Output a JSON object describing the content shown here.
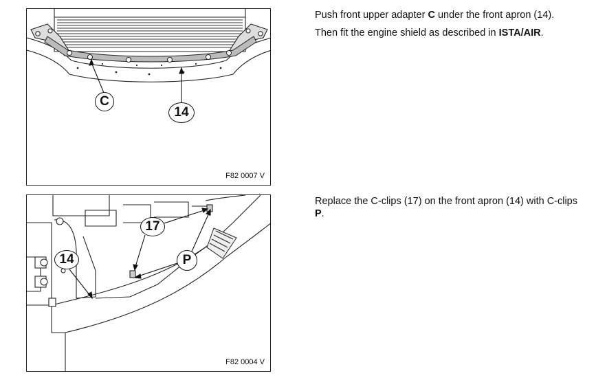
{
  "figures": [
    {
      "id_label": "F82 0007 V",
      "callouts": [
        "C",
        "14"
      ]
    },
    {
      "id_label": "F82 0004 V",
      "callouts": [
        "17",
        "14",
        "P"
      ]
    }
  ],
  "steps": [
    {
      "p1": {
        "a": "Push front upper adapter ",
        "b": "C",
        "c": " under the front apron (14)."
      },
      "p2": {
        "a": "Then fit the engine shield as described in ",
        "b": "ISTA/AIR",
        "c": "."
      }
    },
    {
      "p1": {
        "a": "Replace the C-clips (17) on the front apron (14) with C-clips ",
        "b": "P",
        "c": "."
      }
    }
  ]
}
